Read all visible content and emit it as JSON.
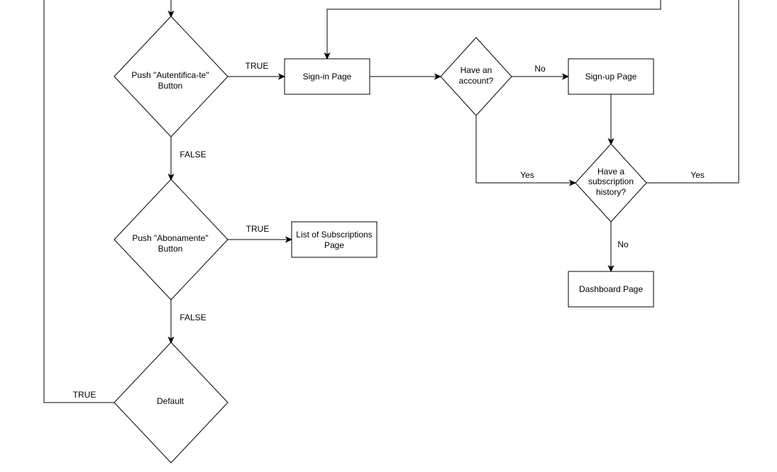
{
  "diagram": {
    "type": "flowchart",
    "nodes": {
      "push_autentifica": {
        "shape": "diamond",
        "lines": [
          "Push \"Autentifica-te\"",
          "Button"
        ]
      },
      "sign_in": {
        "shape": "rect",
        "lines": [
          "Sign-in Page"
        ]
      },
      "have_account": {
        "shape": "diamond",
        "lines": [
          "Have an",
          "account?"
        ]
      },
      "sign_up": {
        "shape": "rect",
        "lines": [
          "Sign-up Page"
        ]
      },
      "have_sub_history": {
        "shape": "diamond",
        "lines": [
          "Have a",
          "subscription",
          "history?"
        ]
      },
      "dashboard": {
        "shape": "rect",
        "lines": [
          "Dashboard Page"
        ]
      },
      "push_abonamente": {
        "shape": "diamond",
        "lines": [
          "Push \"Abonamente\"",
          "Button"
        ]
      },
      "list_subscriptions": {
        "shape": "rect",
        "lines": [
          "List of Subscriptions",
          "Page"
        ]
      },
      "default": {
        "shape": "diamond",
        "lines": [
          "Default"
        ]
      }
    },
    "edge_labels": {
      "autentifica_true": "TRUE",
      "autentifica_false": "FALSE",
      "account_no": "No",
      "account_yes": "Yes",
      "history_yes": "Yes",
      "history_no": "No",
      "abonamente_true": "TRUE",
      "abonamente_false": "FALSE",
      "default_true": "TRUE"
    },
    "edges": [
      {
        "from": "push_autentifica",
        "to": "sign_in",
        "label": "TRUE"
      },
      {
        "from": "push_autentifica",
        "to": "push_abonamente",
        "label": "FALSE"
      },
      {
        "from": "sign_in",
        "to": "have_account",
        "label": ""
      },
      {
        "from": "have_account",
        "to": "sign_up",
        "label": "No"
      },
      {
        "from": "have_account",
        "to": "have_sub_history",
        "label": "Yes"
      },
      {
        "from": "sign_up",
        "to": "have_sub_history",
        "label": ""
      },
      {
        "from": "have_sub_history",
        "to": "sign_in",
        "label": "Yes"
      },
      {
        "from": "have_sub_history",
        "to": "dashboard",
        "label": "No"
      },
      {
        "from": "push_abonamente",
        "to": "list_subscriptions",
        "label": "TRUE"
      },
      {
        "from": "push_abonamente",
        "to": "default",
        "label": "FALSE"
      },
      {
        "from": "default",
        "to": "push_autentifica",
        "label": "TRUE"
      }
    ]
  }
}
